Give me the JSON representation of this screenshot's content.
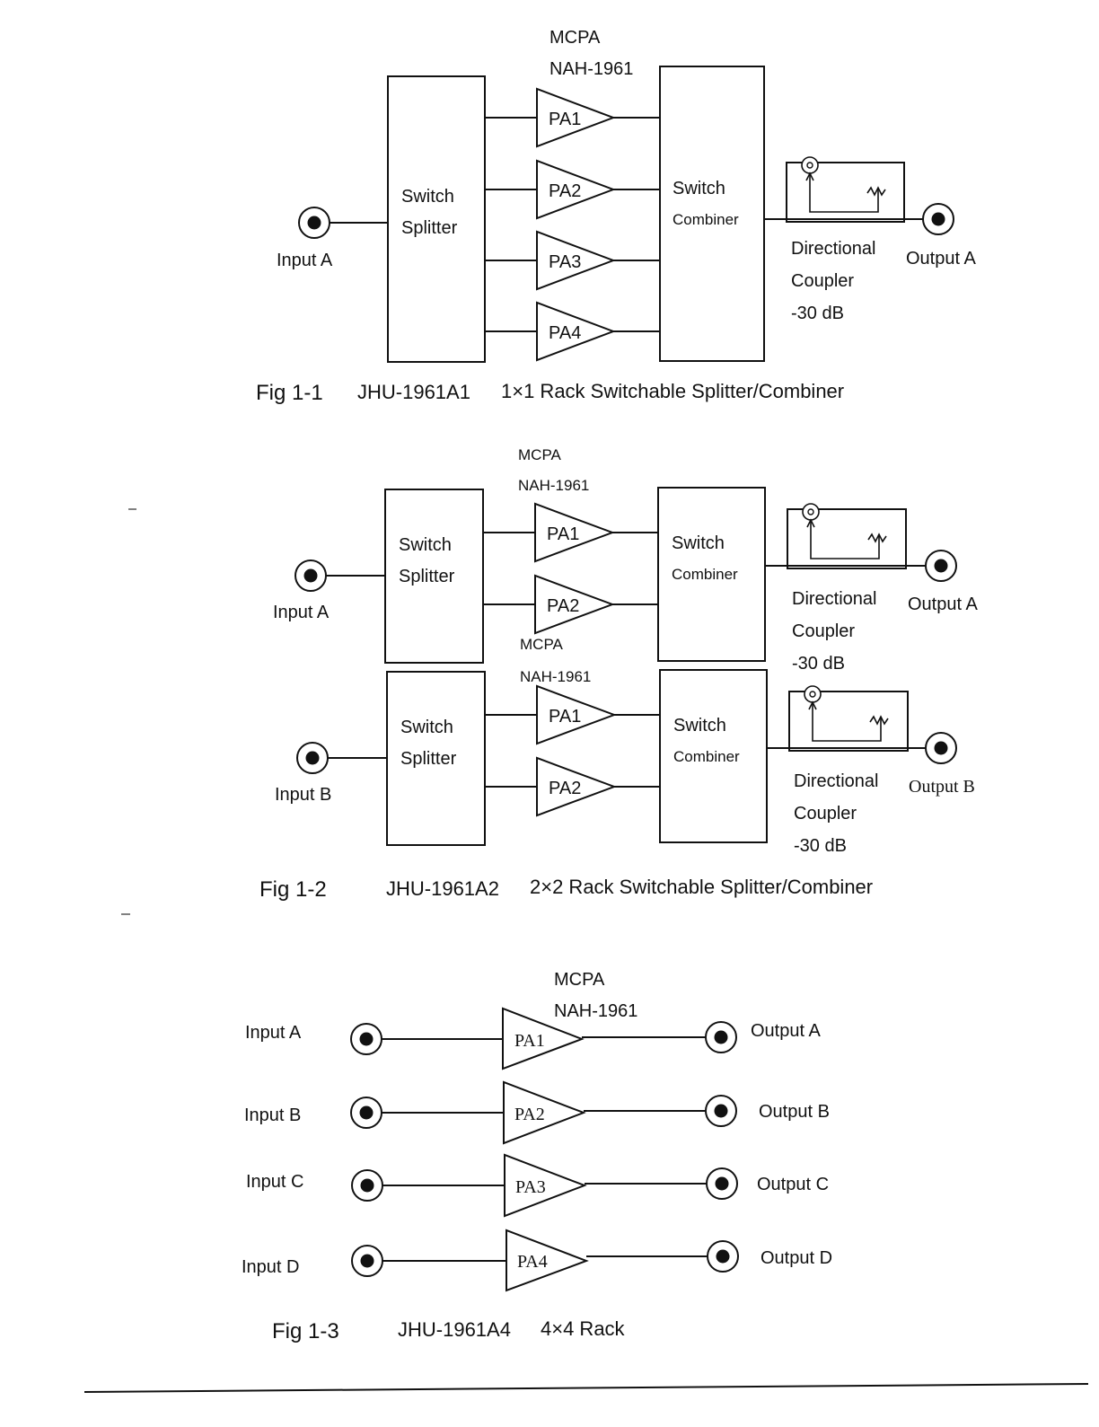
{
  "fig1": {
    "mcpa": "MCPA",
    "model": "NAH-1961",
    "splitter_l1": "Switch",
    "splitter_l2": "Splitter",
    "combiner_l1": "Switch",
    "combiner_l2": "Combiner",
    "pa": [
      "PA1",
      "PA2",
      "PA3",
      "PA4"
    ],
    "input": "Input A",
    "output": "Output A",
    "coupler_l1": "Directional",
    "coupler_l2": "Coupler",
    "coupler_l3": "-30 dB",
    "caption_num": "Fig 1-1",
    "caption_model": "JHU-1961A1",
    "caption_desc": "1×1 Rack Switchable Splitter/Combiner"
  },
  "fig2": {
    "top": {
      "mcpa": "MCPA",
      "model": "NAH-1961",
      "splitter_l1": "Switch",
      "splitter_l2": "Splitter",
      "combiner_l1": "Switch",
      "combiner_l2": "Combiner",
      "pa": [
        "PA1",
        "PA2"
      ],
      "input": "Input A",
      "output": "Output A",
      "coupler_l1": "Directional",
      "coupler_l2": "Coupler",
      "coupler_l3": "-30 dB"
    },
    "bottom": {
      "mcpa": "MCPA",
      "model": "NAH-1961",
      "splitter_l1": "Switch",
      "splitter_l2": "Splitter",
      "combiner_l1": "Switch",
      "combiner_l2": "Combiner",
      "pa": [
        "PA1",
        "PA2"
      ],
      "input": "Input B",
      "output": "Output B",
      "coupler_l1": "Directional",
      "coupler_l2": "Coupler",
      "coupler_l3": "-30 dB"
    },
    "caption_num": "Fig 1-2",
    "caption_model": "JHU-1961A2",
    "caption_desc": "2×2 Rack Switchable Splitter/Combiner"
  },
  "fig3": {
    "mcpa": "MCPA",
    "model": "NAH-1961",
    "inputs": [
      "Input A",
      "Input B",
      "Input C",
      "Input D"
    ],
    "pa": [
      "PA1",
      "PA2",
      "PA3",
      "PA4"
    ],
    "outputs": [
      "Output A",
      "Output B",
      "Output C",
      "Output D"
    ],
    "caption_num": "Fig 1-3",
    "caption_model": "JHU-1961A4",
    "caption_desc": "4×4 Rack"
  }
}
